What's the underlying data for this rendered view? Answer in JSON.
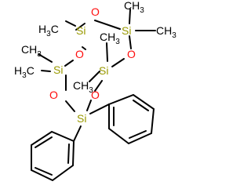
{
  "molecule": {
    "atoms": {
      "si": "Si",
      "o": "O",
      "methyl_h": "H",
      "methyl_c": "C",
      "methyl_sub": "3"
    },
    "colors": {
      "silicon": "#999900",
      "oxygen": "#ff0d0d",
      "carbon": "#000000",
      "bond": "#000000",
      "background": "#ffffff"
    }
  }
}
